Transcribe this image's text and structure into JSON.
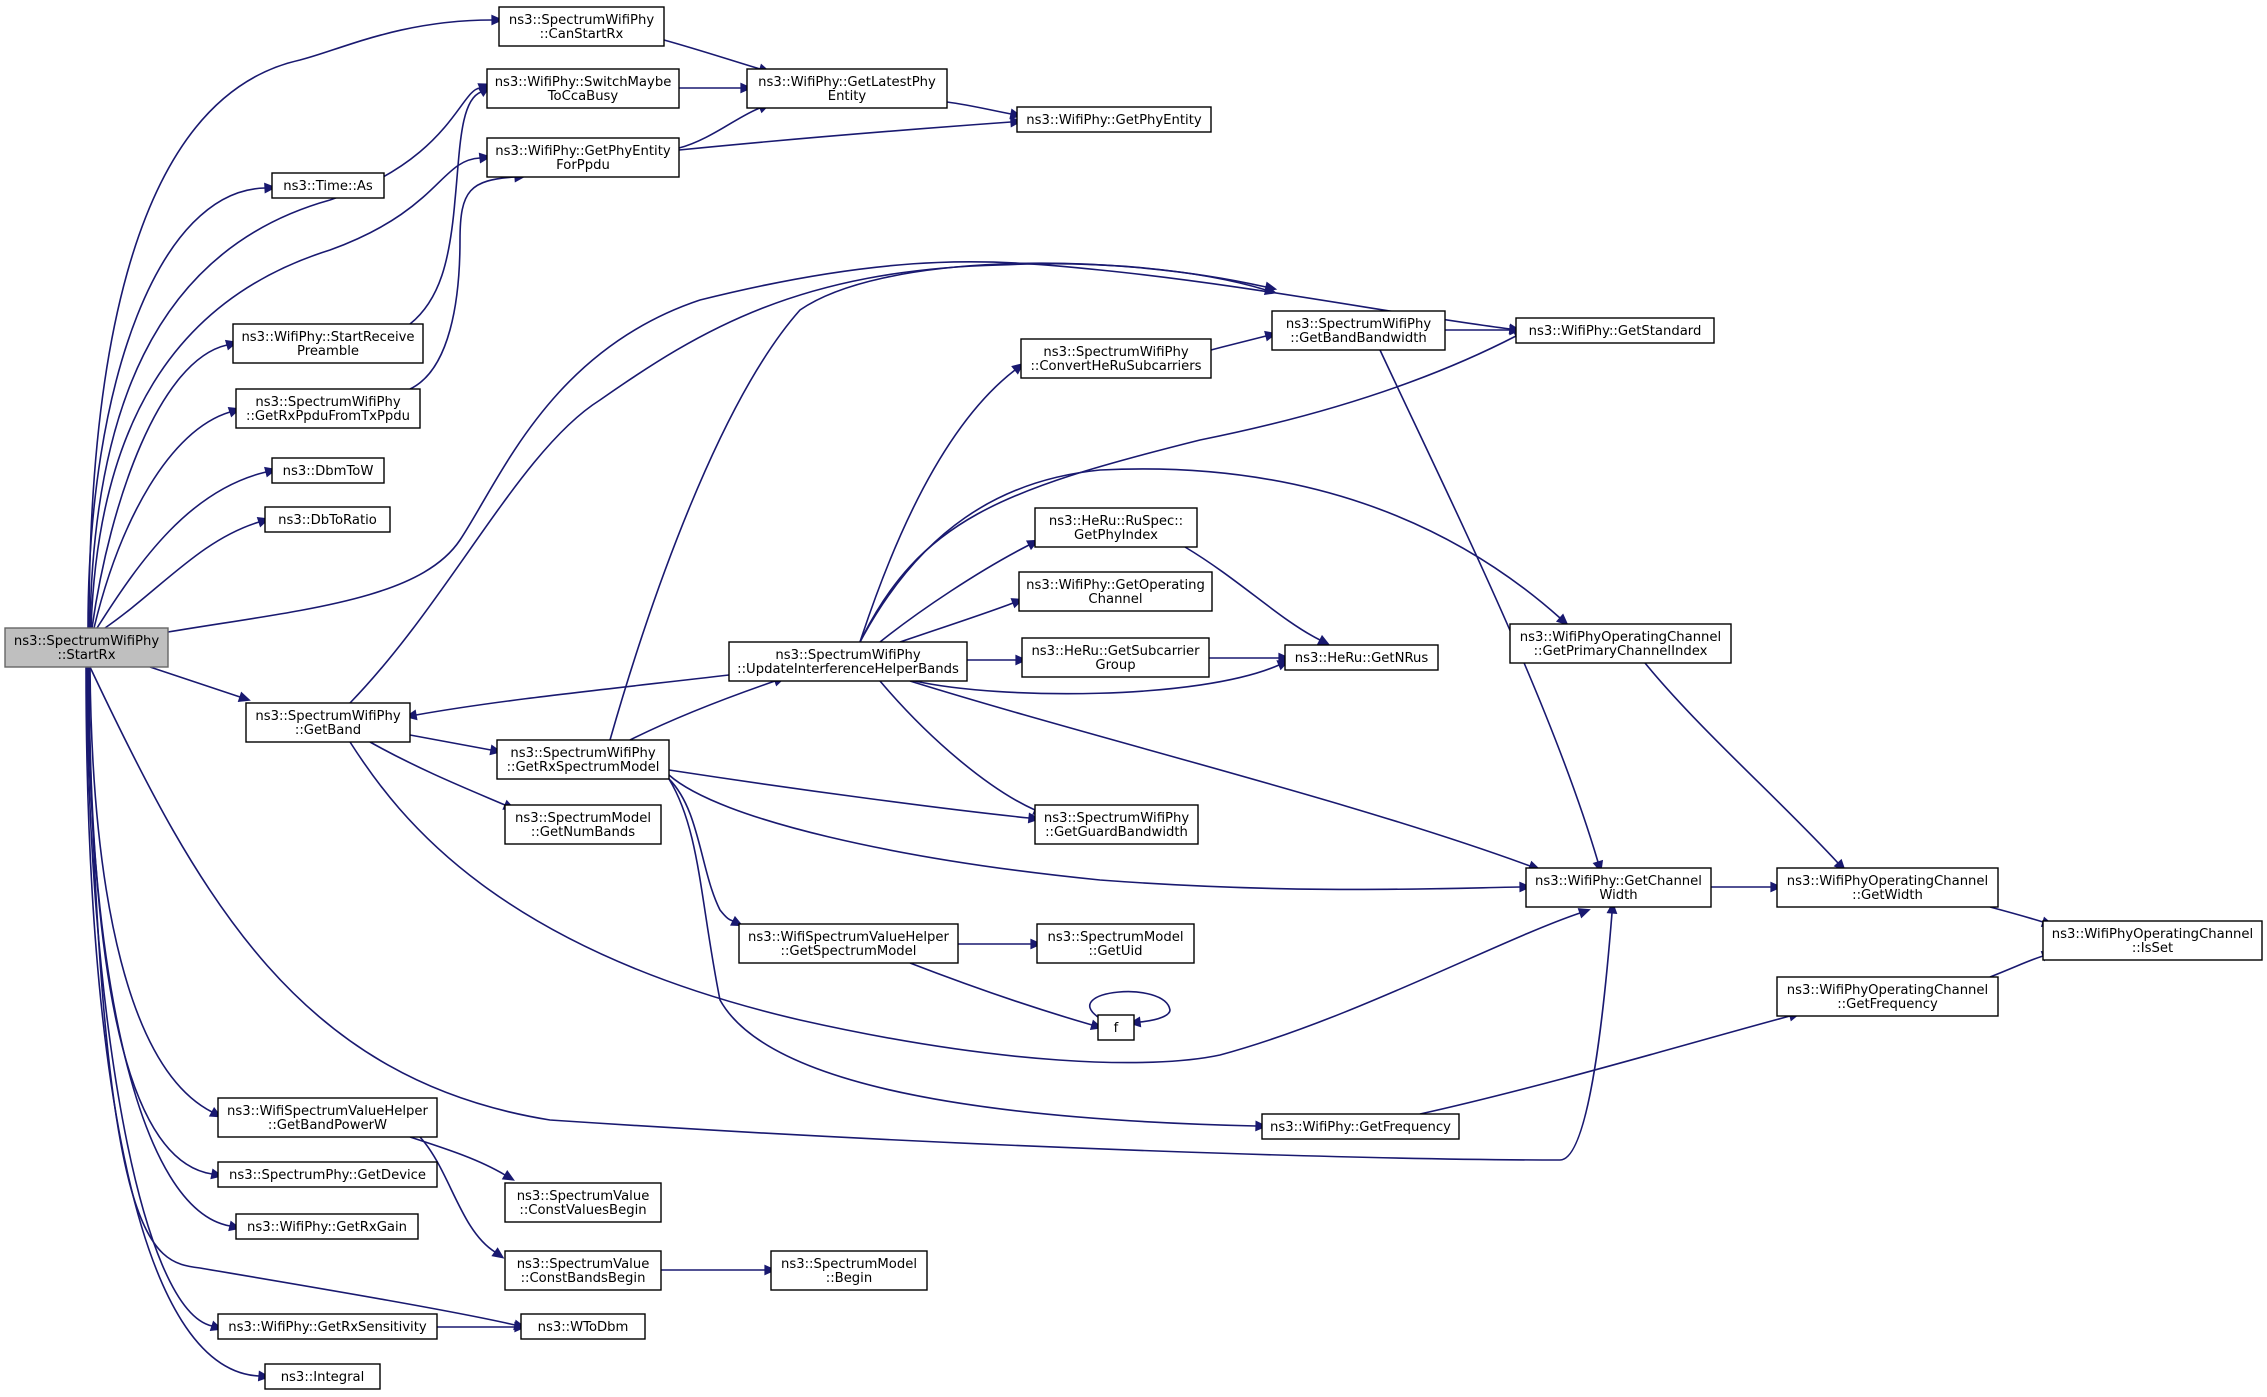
{
  "graph": {
    "root": "StartRx",
    "nodes": [
      {
        "id": "StartRx",
        "lines": [
          "ns3::SpectrumWifiPhy",
          "::StartRx"
        ]
      },
      {
        "id": "CanStartRx",
        "lines": [
          "ns3::SpectrumWifiPhy",
          "::CanStartRx"
        ]
      },
      {
        "id": "SwitchMaybeToCcaBusy",
        "lines": [
          "ns3::WifiPhy::SwitchMaybe",
          "ToCcaBusy"
        ]
      },
      {
        "id": "GetPhyEntityForPpdu",
        "lines": [
          "ns3::WifiPhy::GetPhyEntity",
          "ForPpdu"
        ]
      },
      {
        "id": "GetLatestPhyEntity",
        "lines": [
          "ns3::WifiPhy::GetLatestPhy",
          "Entity"
        ]
      },
      {
        "id": "GetPhyEntity",
        "lines": [
          "ns3::WifiPhy::GetPhyEntity"
        ]
      },
      {
        "id": "TimeAs",
        "lines": [
          "ns3::Time::As"
        ]
      },
      {
        "id": "StartReceivePreamble",
        "lines": [
          "ns3::WifiPhy::StartReceive",
          "Preamble"
        ]
      },
      {
        "id": "GetRxPpduFromTxPpdu",
        "lines": [
          "ns3::SpectrumWifiPhy",
          "::GetRxPpduFromTxPpdu"
        ]
      },
      {
        "id": "DbmToW",
        "lines": [
          "ns3::DbmToW"
        ]
      },
      {
        "id": "DbToRatio",
        "lines": [
          "ns3::DbToRatio"
        ]
      },
      {
        "id": "GetBandBandwidth",
        "lines": [
          "ns3::SpectrumWifiPhy",
          "::GetBandBandwidth"
        ]
      },
      {
        "id": "GetStandard",
        "lines": [
          "ns3::WifiPhy::GetStandard"
        ]
      },
      {
        "id": "ConvertHeRuSubcarriers",
        "lines": [
          "ns3::SpectrumWifiPhy",
          "::ConvertHeRuSubcarriers"
        ]
      },
      {
        "id": "GetPhyIndex",
        "lines": [
          "ns3::HeRu::RuSpec::",
          "GetPhyIndex"
        ]
      },
      {
        "id": "GetOperatingChannel",
        "lines": [
          "ns3::WifiPhy::GetOperating",
          "Channel"
        ]
      },
      {
        "id": "GetSubcarrierGroup",
        "lines": [
          "ns3::HeRu::GetSubcarrier",
          "Group"
        ]
      },
      {
        "id": "GetNRus",
        "lines": [
          "ns3::HeRu::GetNRus"
        ]
      },
      {
        "id": "GetPrimaryChannelIndex",
        "lines": [
          "ns3::WifiPhyOperatingChannel",
          "::GetPrimaryChannelIndex"
        ]
      },
      {
        "id": "UpdateInterferenceHelperBands",
        "lines": [
          "ns3::SpectrumWifiPhy",
          "::UpdateInterferenceHelperBands"
        ]
      },
      {
        "id": "GetBand",
        "lines": [
          "ns3::SpectrumWifiPhy",
          "::GetBand"
        ]
      },
      {
        "id": "GetRxSpectrumModel",
        "lines": [
          "ns3::SpectrumWifiPhy",
          "::GetRxSpectrumModel"
        ]
      },
      {
        "id": "GetNumBands",
        "lines": [
          "ns3::SpectrumModel",
          "::GetNumBands"
        ]
      },
      {
        "id": "GetGuardBandwidth",
        "lines": [
          "ns3::SpectrumWifiPhy",
          "::GetGuardBandwidth"
        ]
      },
      {
        "id": "GetChannelWidth",
        "lines": [
          "ns3::WifiPhy::GetChannel",
          "Width"
        ]
      },
      {
        "id": "OpChGetWidth",
        "lines": [
          "ns3::WifiPhyOperatingChannel",
          "::GetWidth"
        ]
      },
      {
        "id": "IsSet",
        "lines": [
          "ns3::WifiPhyOperatingChannel",
          "::IsSet"
        ]
      },
      {
        "id": "GetSpectrumModel",
        "lines": [
          "ns3::WifiSpectrumValueHelper",
          "::GetSpectrumModel"
        ]
      },
      {
        "id": "GetUid",
        "lines": [
          "ns3::SpectrumModel",
          "::GetUid"
        ]
      },
      {
        "id": "f",
        "lines": [
          "f"
        ]
      },
      {
        "id": "OpChGetFrequency",
        "lines": [
          "ns3::WifiPhyOperatingChannel",
          "::GetFrequency"
        ]
      },
      {
        "id": "GetFrequency",
        "lines": [
          "ns3::WifiPhy::GetFrequency"
        ]
      },
      {
        "id": "GetBandPowerW",
        "lines": [
          "ns3::WifiSpectrumValueHelper",
          "::GetBandPowerW"
        ]
      },
      {
        "id": "GetDevice",
        "lines": [
          "ns3::SpectrumPhy::GetDevice"
        ]
      },
      {
        "id": "ConstValuesBegin",
        "lines": [
          "ns3::SpectrumValue",
          "::ConstValuesBegin"
        ]
      },
      {
        "id": "GetRxGain",
        "lines": [
          "ns3::WifiPhy::GetRxGain"
        ]
      },
      {
        "id": "ConstBandsBegin",
        "lines": [
          "ns3::SpectrumValue",
          "::ConstBandsBegin"
        ]
      },
      {
        "id": "Begin",
        "lines": [
          "ns3::SpectrumModel",
          "::Begin"
        ]
      },
      {
        "id": "GetRxSensitivity",
        "lines": [
          "ns3::WifiPhy::GetRxSensitivity"
        ]
      },
      {
        "id": "WToDbm",
        "lines": [
          "ns3::WToDbm"
        ]
      },
      {
        "id": "Integral",
        "lines": [
          "ns3::Integral"
        ]
      }
    ],
    "edges": [
      [
        "StartRx",
        "CanStartRx"
      ],
      [
        "StartRx",
        "SwitchMaybeToCcaBusy"
      ],
      [
        "StartRx",
        "GetPhyEntityForPpdu"
      ],
      [
        "StartRx",
        "TimeAs"
      ],
      [
        "StartRx",
        "StartReceivePreamble"
      ],
      [
        "StartRx",
        "GetRxPpduFromTxPpdu"
      ],
      [
        "StartRx",
        "DbmToW"
      ],
      [
        "StartRx",
        "DbToRatio"
      ],
      [
        "StartRx",
        "GetStandard"
      ],
      [
        "StartRx",
        "GetBand"
      ],
      [
        "StartRx",
        "GetChannelWidth"
      ],
      [
        "StartRx",
        "GetBandPowerW"
      ],
      [
        "StartRx",
        "GetDevice"
      ],
      [
        "StartRx",
        "GetRxGain"
      ],
      [
        "StartRx",
        "GetRxSensitivity"
      ],
      [
        "StartRx",
        "WToDbm"
      ],
      [
        "StartRx",
        "Integral"
      ],
      [
        "CanStartRx",
        "GetLatestPhyEntity"
      ],
      [
        "SwitchMaybeToCcaBusy",
        "GetLatestPhyEntity"
      ],
      [
        "GetPhyEntityForPpdu",
        "GetLatestPhyEntity"
      ],
      [
        "GetPhyEntityForPpdu",
        "GetPhyEntity"
      ],
      [
        "GetLatestPhyEntity",
        "GetPhyEntity"
      ],
      [
        "StartReceivePreamble",
        "SwitchMaybeToCcaBusy"
      ],
      [
        "GetRxPpduFromTxPpdu",
        "GetPhyEntityForPpdu"
      ],
      [
        "GetBand",
        "GetBandBandwidth"
      ],
      [
        "GetBand",
        "GetRxSpectrumModel"
      ],
      [
        "GetBand",
        "GetNumBands"
      ],
      [
        "GetBand",
        "GetChannelWidth"
      ],
      [
        "GetRxSpectrumModel",
        "GetBandBandwidth"
      ],
      [
        "GetRxSpectrumModel",
        "UpdateInterferenceHelperBands"
      ],
      [
        "GetRxSpectrumModel",
        "GetGuardBandwidth"
      ],
      [
        "GetRxSpectrumModel",
        "GetChannelWidth"
      ],
      [
        "GetRxSpectrumModel",
        "GetSpectrumModel"
      ],
      [
        "GetRxSpectrumModel",
        "GetFrequency"
      ],
      [
        "UpdateInterferenceHelperBands",
        "GetBand"
      ],
      [
        "UpdateInterferenceHelperBands",
        "ConvertHeRuSubcarriers"
      ],
      [
        "UpdateInterferenceHelperBands",
        "GetStandard"
      ],
      [
        "UpdateInterferenceHelperBands",
        "GetPrimaryChannelIndex"
      ],
      [
        "UpdateInterferenceHelperBands",
        "GetPhyIndex"
      ],
      [
        "UpdateInterferenceHelperBands",
        "GetOperatingChannel"
      ],
      [
        "UpdateInterferenceHelperBands",
        "GetSubcarrierGroup"
      ],
      [
        "UpdateInterferenceHelperBands",
        "GetNRus"
      ],
      [
        "UpdateInterferenceHelperBands",
        "GetGuardBandwidth"
      ],
      [
        "UpdateInterferenceHelperBands",
        "GetChannelWidth"
      ],
      [
        "ConvertHeRuSubcarriers",
        "GetBandBandwidth"
      ],
      [
        "GetBandBandwidth",
        "GetStandard"
      ],
      [
        "GetBandBandwidth",
        "GetChannelWidth"
      ],
      [
        "GetPhyIndex",
        "GetNRus"
      ],
      [
        "GetSubcarrierGroup",
        "GetNRus"
      ],
      [
        "GetPrimaryChannelIndex",
        "OpChGetWidth"
      ],
      [
        "GetChannelWidth",
        "OpChGetWidth"
      ],
      [
        "OpChGetWidth",
        "IsSet"
      ],
      [
        "OpChGetFrequency",
        "IsSet"
      ],
      [
        "GetSpectrumModel",
        "GetUid"
      ],
      [
        "GetSpectrumModel",
        "f"
      ],
      [
        "f",
        "f"
      ],
      [
        "GetFrequency",
        "OpChGetFrequency"
      ],
      [
        "GetBandPowerW",
        "ConstValuesBegin"
      ],
      [
        "GetBandPowerW",
        "ConstBandsBegin"
      ],
      [
        "ConstBandsBegin",
        "Begin"
      ],
      [
        "GetRxSensitivity",
        "WToDbm"
      ]
    ]
  }
}
